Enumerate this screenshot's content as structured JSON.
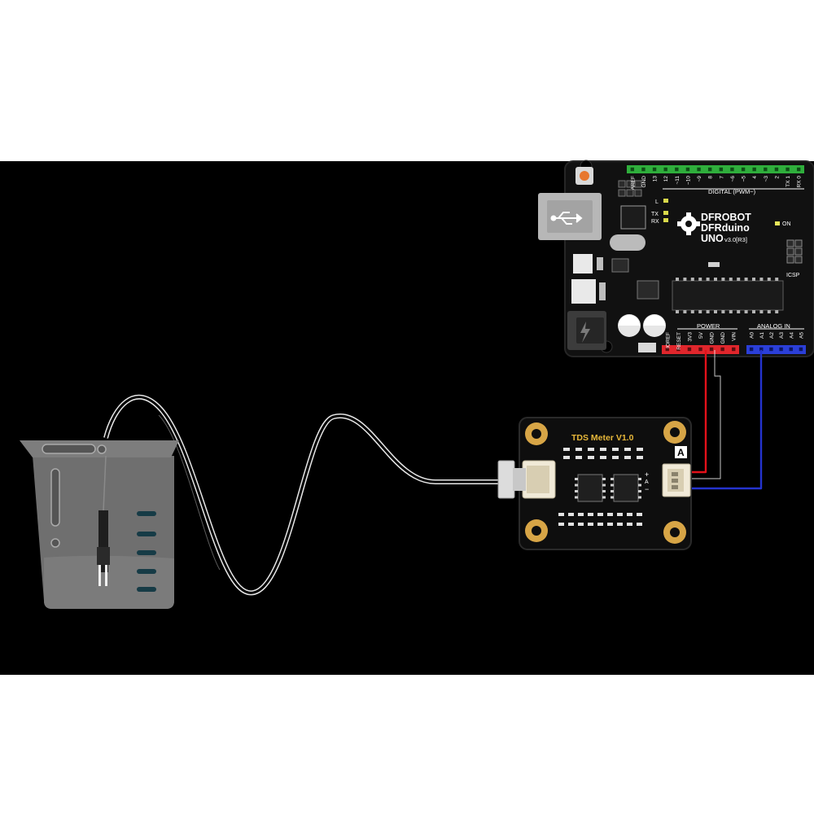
{
  "arduino": {
    "brand_line1": "DFROBOT",
    "brand_line2": "DFRduino",
    "model": "UNO",
    "version": "v3.0[R3]",
    "digital_header_label": "DIGITAL (PWM~)",
    "digital_pins": [
      "AREF",
      "GND",
      "13",
      "12",
      "~11",
      "~10",
      "~9",
      "8",
      "7",
      "~6",
      "~5",
      "4",
      "~3",
      "2",
      "TX 1",
      "RX 0"
    ],
    "led_labels": [
      "L",
      "TX",
      "RX"
    ],
    "on_label": "ON",
    "icsp_label": "ICSP",
    "power_header_label": "POWER",
    "power_pins": [
      "IOREF",
      "RESET",
      "3V3",
      "5V",
      "GND",
      "GND",
      "VIN"
    ],
    "analog_header_label": "ANALOG IN",
    "analog_pins": [
      "A0",
      "A1",
      "A2",
      "A3",
      "A4",
      "A5"
    ]
  },
  "tds_module": {
    "title": "TDS Meter V1.0",
    "signal_label": "A",
    "pin_labels": [
      "A",
      "+",
      "−"
    ]
  },
  "colors": {
    "background": "#000000",
    "board": "#101010",
    "header_green": "#2fae3c",
    "header_red": "#e0262c",
    "header_blue": "#2b3fd8",
    "wire_red": "#e3111a",
    "wire_blue": "#2433ce",
    "wire_black": "#1a1a1a",
    "beaker": "#6d6d6d",
    "pad_gold": "#d7a546"
  }
}
